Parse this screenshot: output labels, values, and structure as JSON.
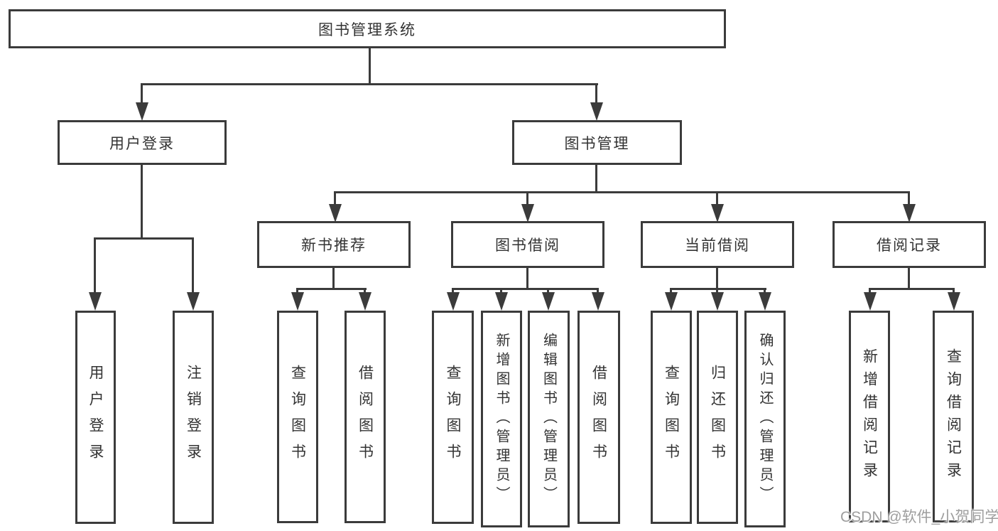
{
  "diagram": {
    "root": {
      "label": "图书管理系统"
    },
    "level2": [
      {
        "label": "用户登录"
      },
      {
        "label": "图书管理"
      }
    ],
    "level3": [
      {
        "label": "新书推荐"
      },
      {
        "label": "图书借阅"
      },
      {
        "label": "当前借阅"
      },
      {
        "label": "借阅记录"
      }
    ],
    "leaves": {
      "user_login": [
        "用户登录",
        "注销登录"
      ],
      "new_book_recommend": [
        "查询图书",
        "借阅图书"
      ],
      "book_borrow": [
        "查询图书",
        "新增图书（管理员）",
        "编辑图书（管理员）",
        "借阅图书"
      ],
      "current_borrow": [
        "查询图书",
        "归还图书",
        "确认归还（管理员）"
      ],
      "borrow_records": [
        "新增借阅记录",
        "查询借阅记录"
      ]
    }
  },
  "watermark": {
    "text": "CSDN @软件_小贺同学"
  },
  "colors": {
    "line": "#3b3b3b",
    "text": "#333333",
    "watermark": "#9e9e9e",
    "bg": "#ffffff"
  }
}
